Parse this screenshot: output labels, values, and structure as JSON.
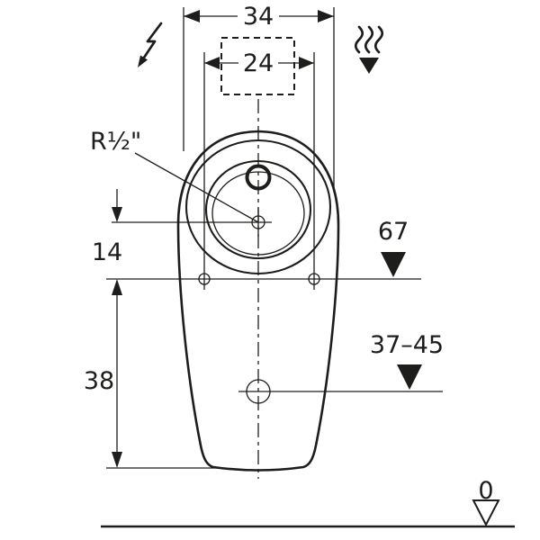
{
  "drawing": {
    "type": "urinal-front-view-technical-drawing",
    "labels": {
      "width_overall": "34",
      "width_flush_pipe": "24",
      "water_connection": "R½\"",
      "connection_to_holes": "14",
      "holes_to_bottom": "38",
      "fixing_height": "67",
      "outlet_height": "37–45",
      "floor_datum": "0"
    },
    "icons": [
      "electrical-connection-icon",
      "water-supply-icon"
    ],
    "colors": {
      "line": "#1d1d1b",
      "background": "#ffffff"
    }
  }
}
